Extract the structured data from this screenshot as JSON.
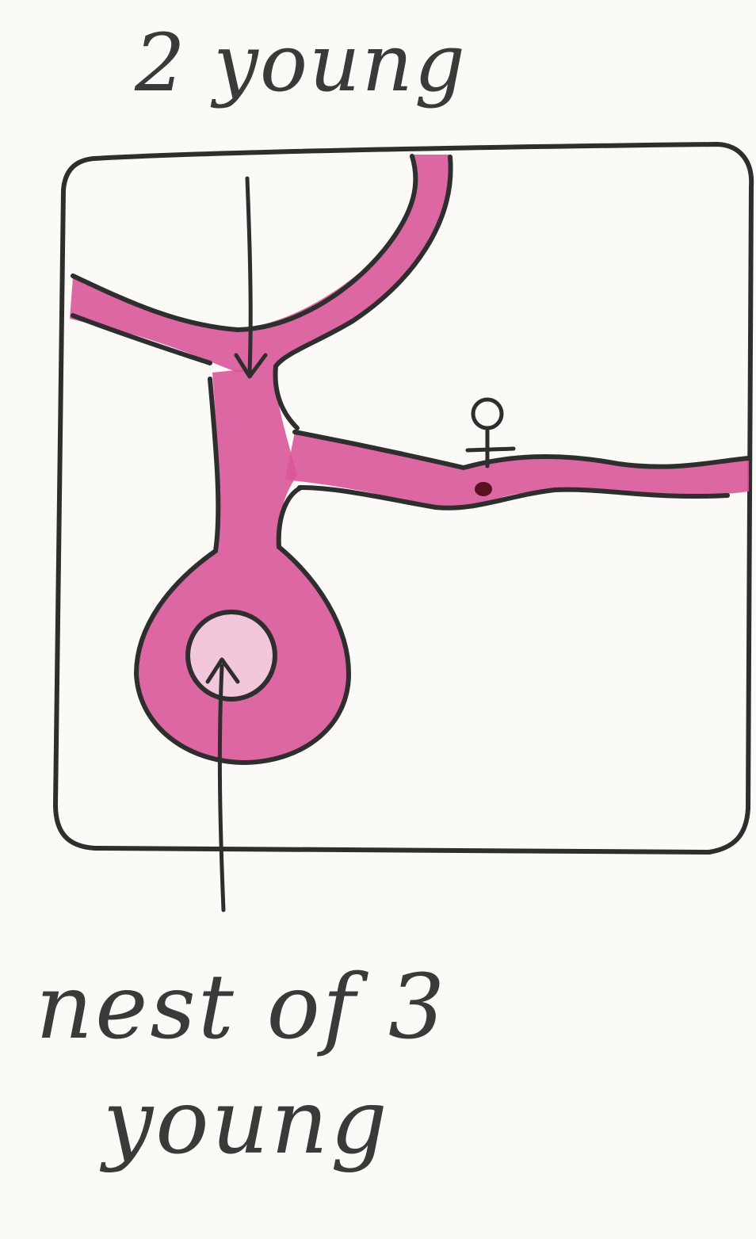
{
  "labels": {
    "top": "2 young",
    "bottom_line1": "nest of 3",
    "bottom_line2": "young"
  },
  "symbols": {
    "female_symbol": "♀"
  },
  "colors": {
    "ink": "#2e2e2e",
    "burrow_fill": "#d9569a",
    "burrow_light": "#e98bbb",
    "paper": "#fbfaf6"
  }
}
